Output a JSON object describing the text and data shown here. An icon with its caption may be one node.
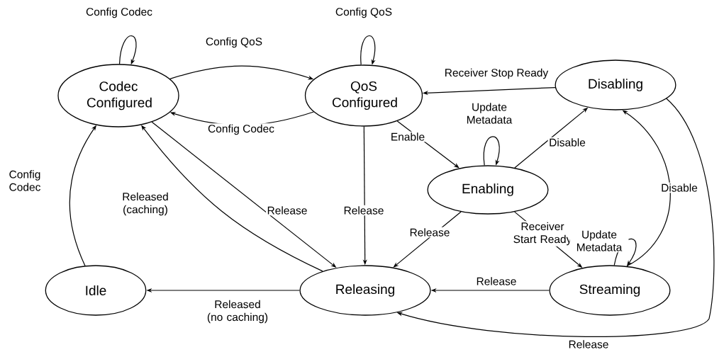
{
  "diagram": {
    "nodes": [
      {
        "text": [
          "Codec Configured"
        ]
      },
      {
        "text": [
          "QoS Configured"
        ]
      },
      {
        "text": [
          "Disabling"
        ]
      },
      {
        "text": [
          "Enabling"
        ]
      },
      {
        "text": [
          "Idle"
        ]
      },
      {
        "text": [
          "Releasing"
        ]
      },
      {
        "text": [
          "Streaming"
        ]
      }
    ],
    "edges": [
      {
        "from": 0,
        "to": 0,
        "arrow": "to",
        "label": "Config Codec"
      },
      {
        "from": 0,
        "to": 1,
        "arrow": "to",
        "label": "Config QoS"
      },
      {
        "from": 1,
        "to": 0,
        "arrow": "to",
        "label": "Config Codec"
      },
      {
        "from": 1,
        "to": 1,
        "arrow": "to",
        "label": "Config QoS"
      },
      {
        "from": 2,
        "to": 1,
        "arrow": "to",
        "label": "Receiver Stop Ready"
      },
      {
        "from": 1,
        "to": 3,
        "arrow": "to",
        "label": "Enable"
      },
      {
        "from": 3,
        "to": 3,
        "arrow": "to",
        "label": "Update Metadata"
      },
      {
        "from": 3,
        "to": 2,
        "arrow": "to",
        "label": "Disable"
      },
      {
        "from": 0,
        "to": 5,
        "arrow": "to",
        "label": "Release"
      },
      {
        "from": 5,
        "to": 0,
        "arrow": "to",
        "label": "Released (caching)"
      },
      {
        "from": 1,
        "to": 5,
        "arrow": "to",
        "label": "Release"
      },
      {
        "from": 3,
        "to": 5,
        "arrow": "to",
        "label": "Release"
      },
      {
        "from": 3,
        "to": 6,
        "arrow": "to",
        "label": "Receiver Start Ready"
      },
      {
        "from": 6,
        "to": 6,
        "arrow": "to",
        "label": "Update Metadata"
      },
      {
        "from": 6,
        "to": 2,
        "arrow": "to",
        "label": "Disable"
      },
      {
        "from": 6,
        "to": 5,
        "arrow": "to",
        "label": "Release"
      },
      {
        "from": 2,
        "to": 5,
        "arrow": "to",
        "label": "Release"
      },
      {
        "from": 5,
        "to": 4,
        "arrow": "to",
        "label": "Released (no caching)"
      },
      {
        "from": 4,
        "to": 0,
        "arrow": "to",
        "label": "Config Codec"
      }
    ]
  }
}
